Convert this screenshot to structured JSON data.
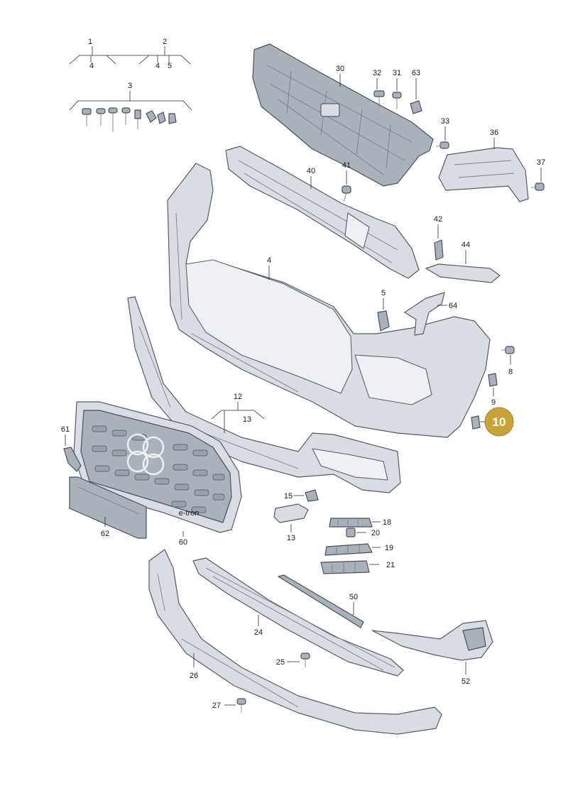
{
  "labels": {
    "p1": "1",
    "p1a": "4",
    "p2": "2",
    "p2a": "4",
    "p2b": "5",
    "p3": "3",
    "p30": "30",
    "p32": "32",
    "p31": "31",
    "p63": "63",
    "p33": "33",
    "p36": "36",
    "p37": "37",
    "p40": "40",
    "p41": "41",
    "p42": "42",
    "p44": "44",
    "p4": "4",
    "p5": "5",
    "p64": "64",
    "p8": "8",
    "p9": "9",
    "p12": "12",
    "p13a": "13",
    "p61": "61",
    "p62": "62",
    "p60": "60",
    "p15": "15",
    "p13b": "13",
    "p18": "18",
    "p20": "20",
    "p19": "19",
    "p21": "21",
    "p50": "50",
    "p24": "24",
    "p25": "25",
    "p26": "26",
    "p27": "27",
    "p52": "52"
  },
  "callout": {
    "number": "10"
  },
  "badge_text": "e-tron",
  "colors": {
    "callout": "#c9a33a",
    "part": "#d9dde3",
    "outline": "#555c66"
  }
}
